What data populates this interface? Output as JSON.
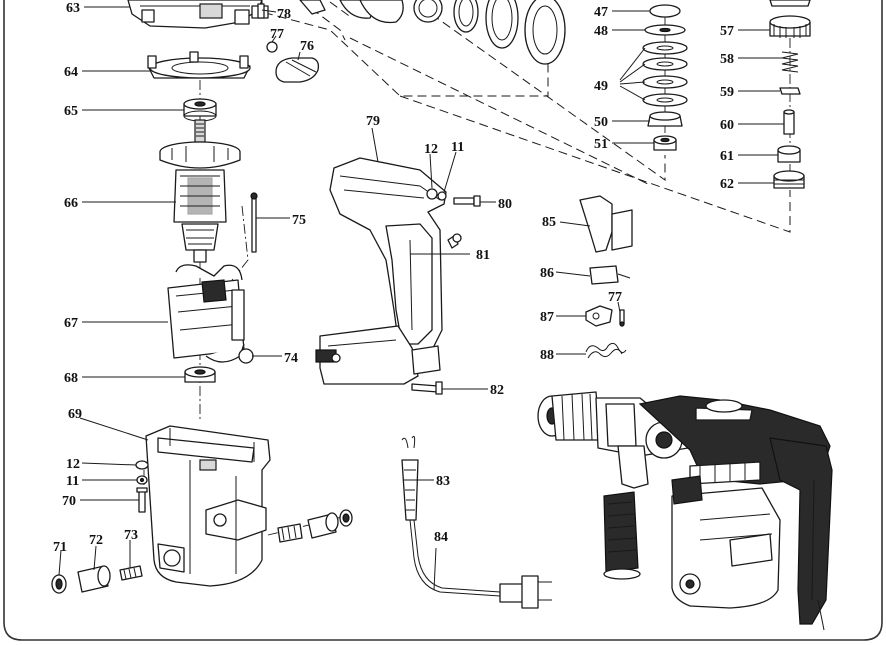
{
  "diagram": {
    "callouts": [
      {
        "id": "63",
        "label": "63"
      },
      {
        "id": "78",
        "label": "78"
      },
      {
        "id": "77a",
        "label": "77"
      },
      {
        "id": "76",
        "label": "76"
      },
      {
        "id": "64",
        "label": "64"
      },
      {
        "id": "65",
        "label": "65"
      },
      {
        "id": "66",
        "label": "66"
      },
      {
        "id": "75",
        "label": "75"
      },
      {
        "id": "67",
        "label": "67"
      },
      {
        "id": "74",
        "label": "74"
      },
      {
        "id": "68",
        "label": "68"
      },
      {
        "id": "69",
        "label": "69"
      },
      {
        "id": "12a",
        "label": "12"
      },
      {
        "id": "11a",
        "label": "11"
      },
      {
        "id": "70",
        "label": "70"
      },
      {
        "id": "71",
        "label": "71"
      },
      {
        "id": "72",
        "label": "72"
      },
      {
        "id": "73",
        "label": "73"
      },
      {
        "id": "79",
        "label": "79"
      },
      {
        "id": "12b",
        "label": "12"
      },
      {
        "id": "11b",
        "label": "11"
      },
      {
        "id": "80",
        "label": "80"
      },
      {
        "id": "81",
        "label": "81"
      },
      {
        "id": "82",
        "label": "82"
      },
      {
        "id": "83",
        "label": "83"
      },
      {
        "id": "84",
        "label": "84"
      },
      {
        "id": "47",
        "label": "47"
      },
      {
        "id": "48",
        "label": "48"
      },
      {
        "id": "49",
        "label": "49"
      },
      {
        "id": "50",
        "label": "50"
      },
      {
        "id": "51",
        "label": "51"
      },
      {
        "id": "57",
        "label": "57"
      },
      {
        "id": "58",
        "label": "58"
      },
      {
        "id": "59",
        "label": "59"
      },
      {
        "id": "60",
        "label": "60"
      },
      {
        "id": "61",
        "label": "61"
      },
      {
        "id": "62",
        "label": "62"
      },
      {
        "id": "85",
        "label": "85"
      },
      {
        "id": "86",
        "label": "86"
      },
      {
        "id": "87",
        "label": "87"
      },
      {
        "id": "77b",
        "label": "77"
      },
      {
        "id": "88",
        "label": "88"
      }
    ]
  }
}
